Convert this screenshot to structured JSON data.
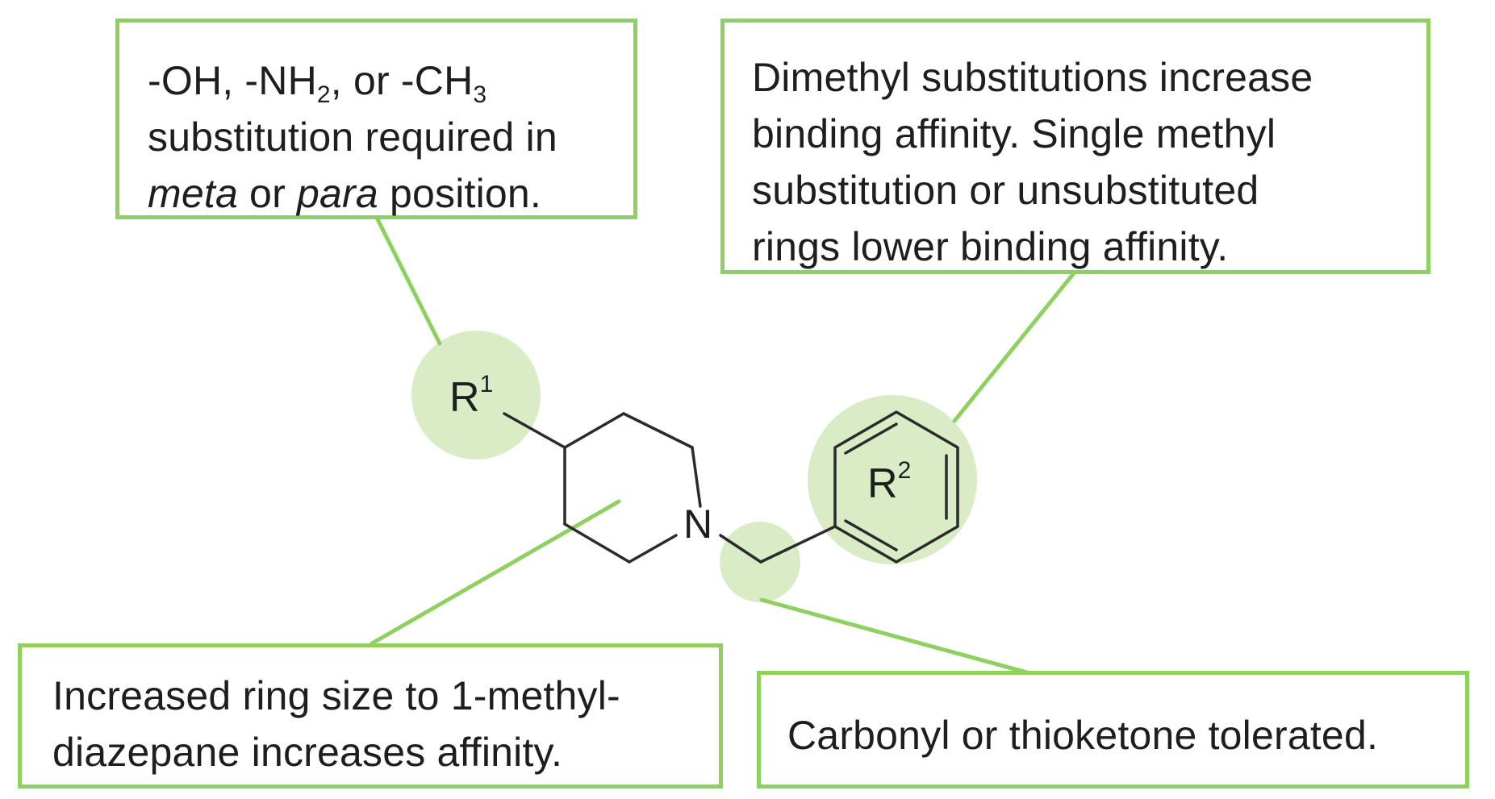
{
  "callouts": {
    "r1": {
      "line1_a": "-OH, -NH",
      "line1_sub1": "2",
      "line1_b": ", or -CH",
      "line1_sub2": "3",
      "line2": "substitution required in",
      "line3_em1": "meta",
      "line3_mid": " or ",
      "line3_em2": "para",
      "line3_end": " position."
    },
    "r2": {
      "line1": "Dimethyl substitutions increase",
      "line2": "binding affinity. Single methyl",
      "line3": "substitution or unsubstituted",
      "line4": "rings lower binding affinity."
    },
    "ring": {
      "line1": "Increased ring size to 1-methyl-",
      "line2": "diazepane increases affinity."
    },
    "carbonyl": {
      "line1": "Carbonyl or thioketone tolerated."
    }
  },
  "structure": {
    "r1_label": "R",
    "r1_sup": "1",
    "n_label": "N",
    "r2_label": "R",
    "r2_sup": "2"
  },
  "colors": {
    "border": "#8fd160",
    "highlight": "#d9ecc6",
    "bond": "#2b2b2b",
    "text": "#1e1e1e"
  }
}
